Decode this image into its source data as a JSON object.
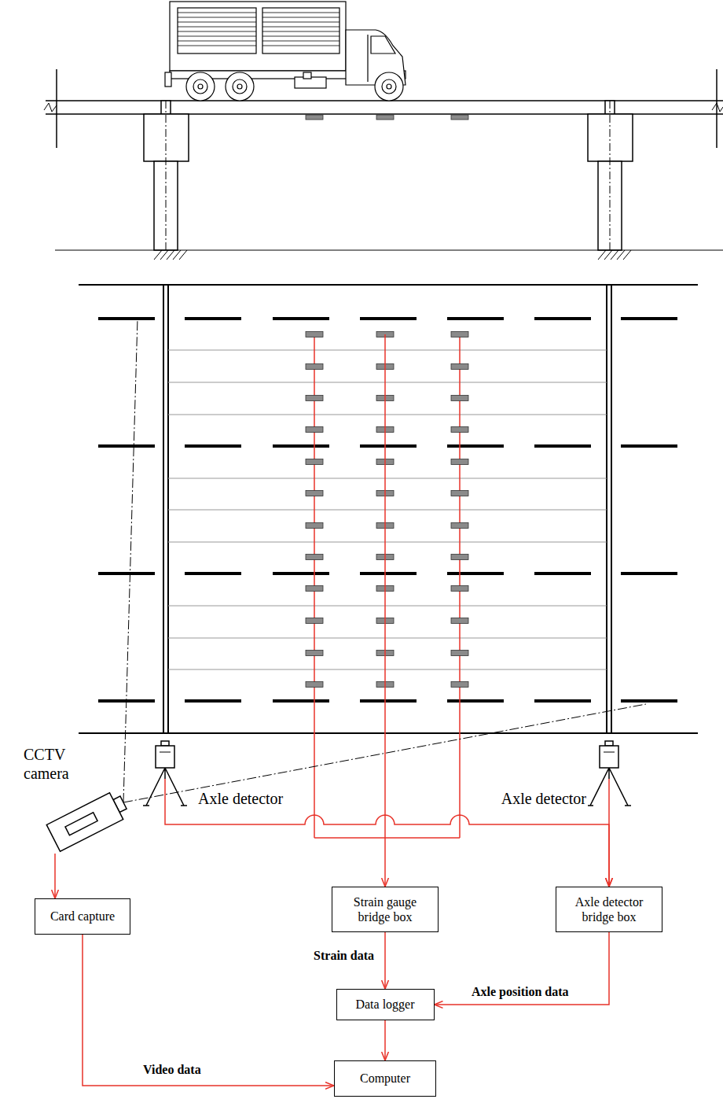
{
  "diagram": {
    "nodes": [
      {
        "text": [
          "CCTV camera"
        ]
      },
      {
        "text": [
          "Axle detector"
        ]
      },
      {
        "text": [
          "Axle detector"
        ]
      },
      {
        "text": [
          "Card capture"
        ]
      },
      {
        "text": [
          "Strain gauge bridge box"
        ]
      },
      {
        "text": [
          "Axle detector bridge box"
        ]
      },
      {
        "text": [
          "Data logger"
        ]
      },
      {
        "text": [
          "Computer"
        ]
      }
    ],
    "edges": [
      {
        "from": 0,
        "to": 3,
        "arrow": "to"
      },
      {
        "from": 1,
        "to": 5,
        "arrow": "to"
      },
      {
        "from": 2,
        "to": 5,
        "arrow": "to"
      },
      {
        "from": 3,
        "to": 7,
        "label": "Video data",
        "arrow": "to"
      },
      {
        "from": 4,
        "to": 6,
        "label": "Strain data",
        "arrow": "to"
      },
      {
        "from": 5,
        "to": 6,
        "label": "Axle position data",
        "arrow": "to"
      },
      {
        "from": 6,
        "to": 7,
        "arrow": "to"
      }
    ]
  }
}
